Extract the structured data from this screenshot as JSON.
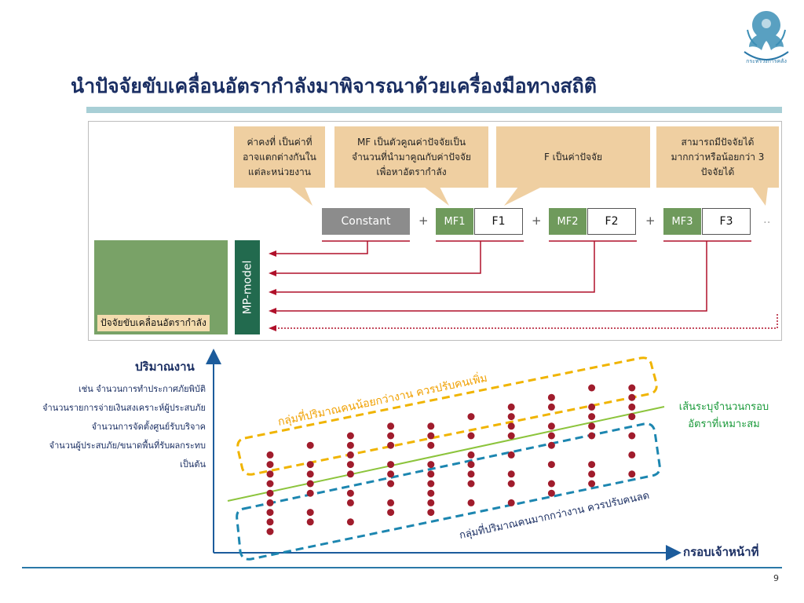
{
  "slide": {
    "title": "นำปัจจัยขับเคลื่อนอัตรากำลังมาพิจารณาด้วยเครื่องมือทางสถิติ",
    "logo_text": "กระทรวงการคลัง",
    "page_number": "9"
  },
  "model": {
    "callouts": [
      {
        "line1": "ค่าคงที่ เป็นค่าที่",
        "line2": "อาจแตกต่างกันใน",
        "line3": "แต่ละหน่วยงาน"
      },
      {
        "line1": "MF เป็นตัวคูณค่าปัจจัยเป็น",
        "line2": "จำนวนที่นำมาคูณกับค่าปัจจัย",
        "line3": "เพื่อหาอัตรากำลัง"
      },
      {
        "line1": "F เป็นค่าปัจจัย"
      },
      {
        "line1": "สามารถมีปัจจัยได้",
        "line2": "มากกว่าหรือน้อยกว่า 3",
        "line3": "ปัจจัยได้"
      }
    ],
    "constant": "Constant",
    "plus": "+",
    "mf1": "MF1",
    "f1": "F1",
    "mf2": "MF2",
    "f2": "F2",
    "mf3": "MF3",
    "f3": "F3",
    "ellipsis": "..",
    "mp_model": "MP-model",
    "driver_label": "ปัจจัยขับเคลื่อนอัตรากำลัง"
  },
  "chart": {
    "y_label": "ปริมาณงาน",
    "examples": [
      "เช่น จำนวนการทำประกาศภัยพิบัติ",
      "จำนวนรายการจ่ายเงินสงเคราะห์ผู้ประสบภัย",
      "จำนวนการจัดตั้งศูนย์รับบริจาค",
      "จำนวนผู้ประสบภัย/ขนาดพื้นที่รับผลกระทบ",
      "เป็นต้น"
    ],
    "x_label": "กรอบเจ้าหน้าที่",
    "line_label_1": "เส้นระบุจำนวนกรอบ",
    "line_label_2": "อัตราที่เหมาะสม",
    "upper_group": "กลุ่มที่ปริมาณคนน้อยกว่างาน ควรปรับคนเพิ่ม",
    "lower_group": "กลุ่มที่ปริมาณคนมากกว่างาน ควรปรับคนลด",
    "colors": {
      "points": "#a01c2c",
      "upper_box": "#f0b400",
      "lower_box": "#1c86b0",
      "fit_line": "#8cc43c"
    }
  },
  "chart_data": {
    "type": "scatter",
    "series": [
      {
        "x": [
          1,
          1,
          1,
          1,
          1,
          1,
          1,
          1,
          1,
          2,
          2,
          2,
          2,
          2,
          2,
          2,
          3,
          3,
          3,
          3,
          3,
          3,
          3,
          3,
          4,
          4,
          4,
          4,
          4,
          4,
          4,
          4,
          5,
          5,
          5,
          5,
          5,
          5,
          5,
          5,
          5,
          6,
          6,
          6,
          6,
          6,
          6,
          6,
          7,
          7,
          7,
          7,
          7,
          7,
          7,
          7,
          8,
          8,
          8,
          8,
          8,
          8,
          8,
          8,
          9,
          9,
          9,
          9,
          9,
          9,
          9,
          9,
          10,
          10,
          10,
          10,
          10,
          10,
          10
        ],
        "y": [
          1,
          2,
          3,
          4,
          5,
          6,
          7,
          8,
          9,
          2,
          3,
          5,
          6,
          7,
          8,
          10,
          2,
          4,
          5,
          7,
          8,
          9,
          10,
          11,
          3,
          4,
          6,
          7,
          8,
          10,
          11,
          12,
          3,
          4,
          5,
          6,
          7,
          8,
          10,
          11,
          12,
          4,
          6,
          7,
          8,
          9,
          11,
          13,
          4,
          6,
          7,
          9,
          11,
          12,
          13,
          14,
          5,
          6,
          8,
          10,
          11,
          12,
          14,
          15,
          6,
          7,
          8,
          11,
          12,
          13,
          14,
          16,
          7,
          9,
          11,
          13,
          14,
          15,
          16
        ]
      }
    ]
  }
}
